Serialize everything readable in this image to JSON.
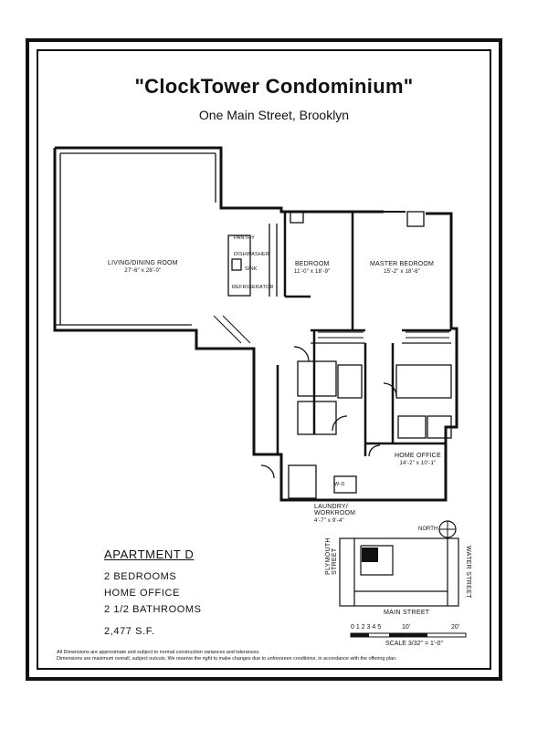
{
  "header": {
    "title": "\"ClockTower Condominium\"",
    "address": "One Main Street, Brooklyn"
  },
  "rooms": {
    "living": {
      "name": "LIVING/DINING ROOM",
      "dim": "27'-6\" x 28'-0\""
    },
    "bedroom": {
      "name": "BEDROOM",
      "dim": "11'-0\" x 18'-9\""
    },
    "master": {
      "name": "MASTER BEDROOM",
      "dim": "15'-2\" x 18'-6\""
    },
    "office": {
      "name": "HOME OFFICE",
      "dim": "14'-2\" x 10'-1\""
    },
    "laundry": {
      "name": "LAUNDRY/",
      "name2": "WORKROOM",
      "dim": "4'-7\" x 9'-4\""
    }
  },
  "kitchen": {
    "pantry": "PANTRY",
    "dishwasher": "DISHWASHER",
    "sink": "SINK",
    "refrigerator": "REFRIGERATOR"
  },
  "laundry_wd": "W-D",
  "apartment": {
    "name": "APARTMENT D",
    "bedrooms": "2 BEDROOMS",
    "office": "HOME OFFICE",
    "baths": "2 1/2 BATHROOMS",
    "area": "2,477 S.F."
  },
  "key_plan": {
    "street_left": "PLYMOUTH STREET",
    "street_right": "WATER STREET",
    "street_bottom": "MAIN STREET",
    "north": "NORTH"
  },
  "scale": {
    "ticks": "0 1 2 3 4 5",
    "mark_10": "10'",
    "mark_20": "20'",
    "label": "SCALE 3/32\" = 1'-0\""
  },
  "footnote": {
    "line1": "All Dimensions are approximate and subject to normal construction variances and tolerances.",
    "line2": "Dimensions are maximum overall, subject outcuts. We reserve the right to make changes due to unforeseen conditions, in accordance with the offering plan."
  }
}
